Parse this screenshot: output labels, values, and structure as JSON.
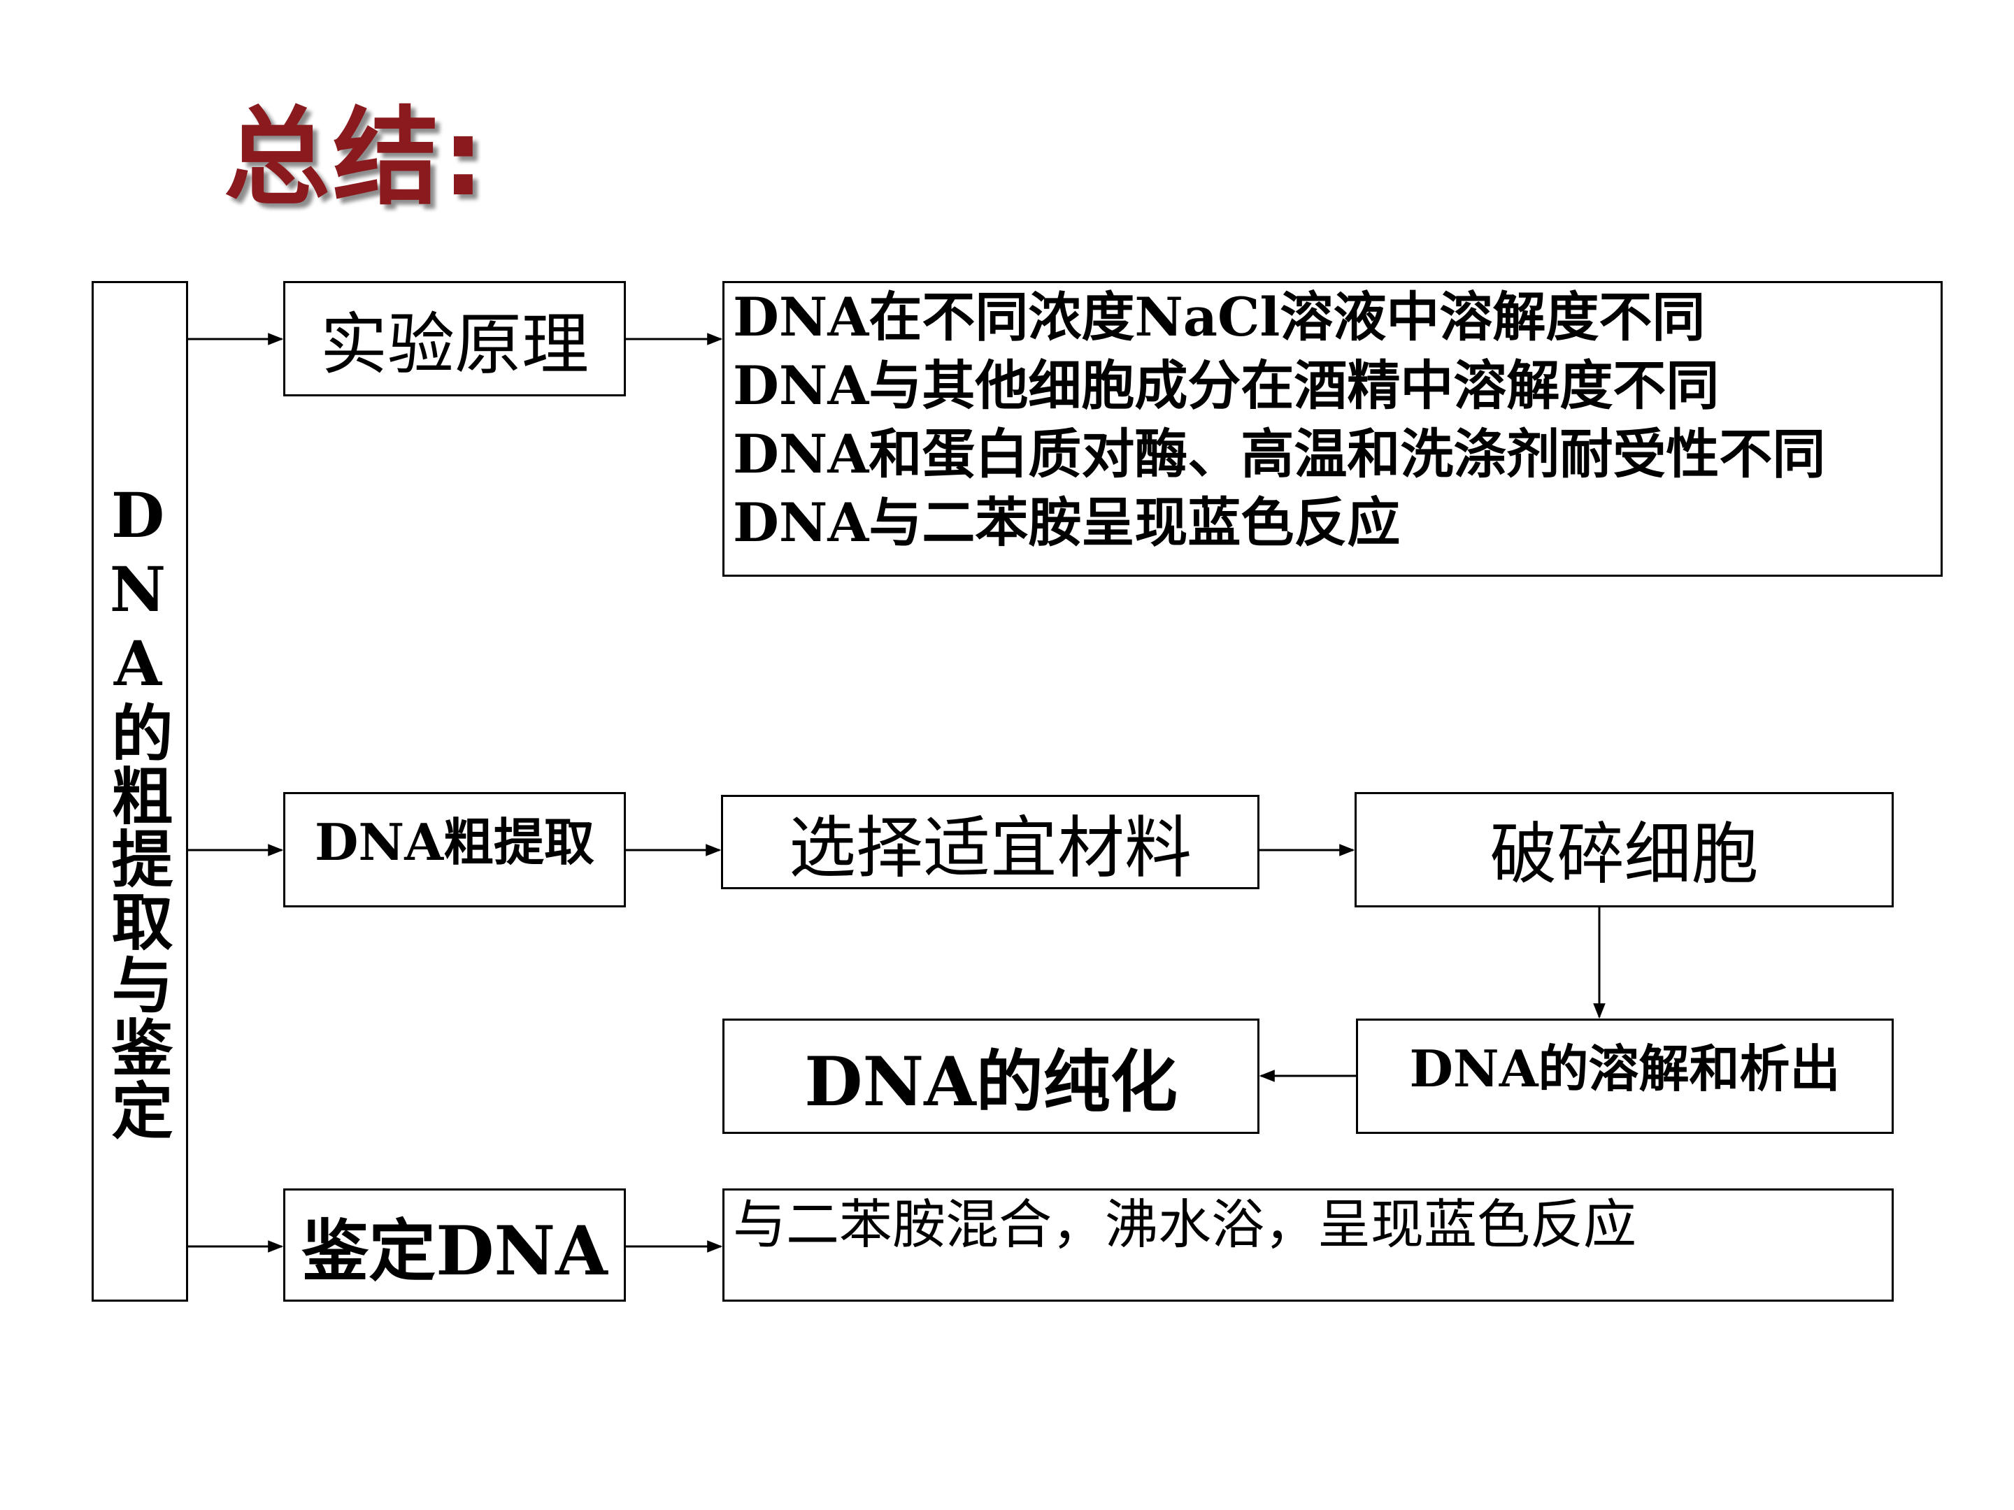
{
  "title": "总结:",
  "left_bar": "DNA的粗提取与鉴定",
  "principle": {
    "label": "实验原理",
    "items": [
      "DNA在不同浓度NaCl溶液中溶解度不同",
      "DNA与其他细胞成分在酒精中溶解度不同",
      "DNA和蛋白质对酶、高温和洗涤剂耐受性不同",
      "DNA与二苯胺呈现蓝色反应"
    ]
  },
  "extraction": {
    "label": "DNA粗提取",
    "steps": {
      "select": "选择适宜材料",
      "break": "破碎细胞",
      "dissolve": "DNA的溶解和析出",
      "purify": "DNA的纯化"
    }
  },
  "identify": {
    "label": "鉴定DNA",
    "result": "与二苯胺混合，沸水浴，呈现蓝色反应"
  }
}
